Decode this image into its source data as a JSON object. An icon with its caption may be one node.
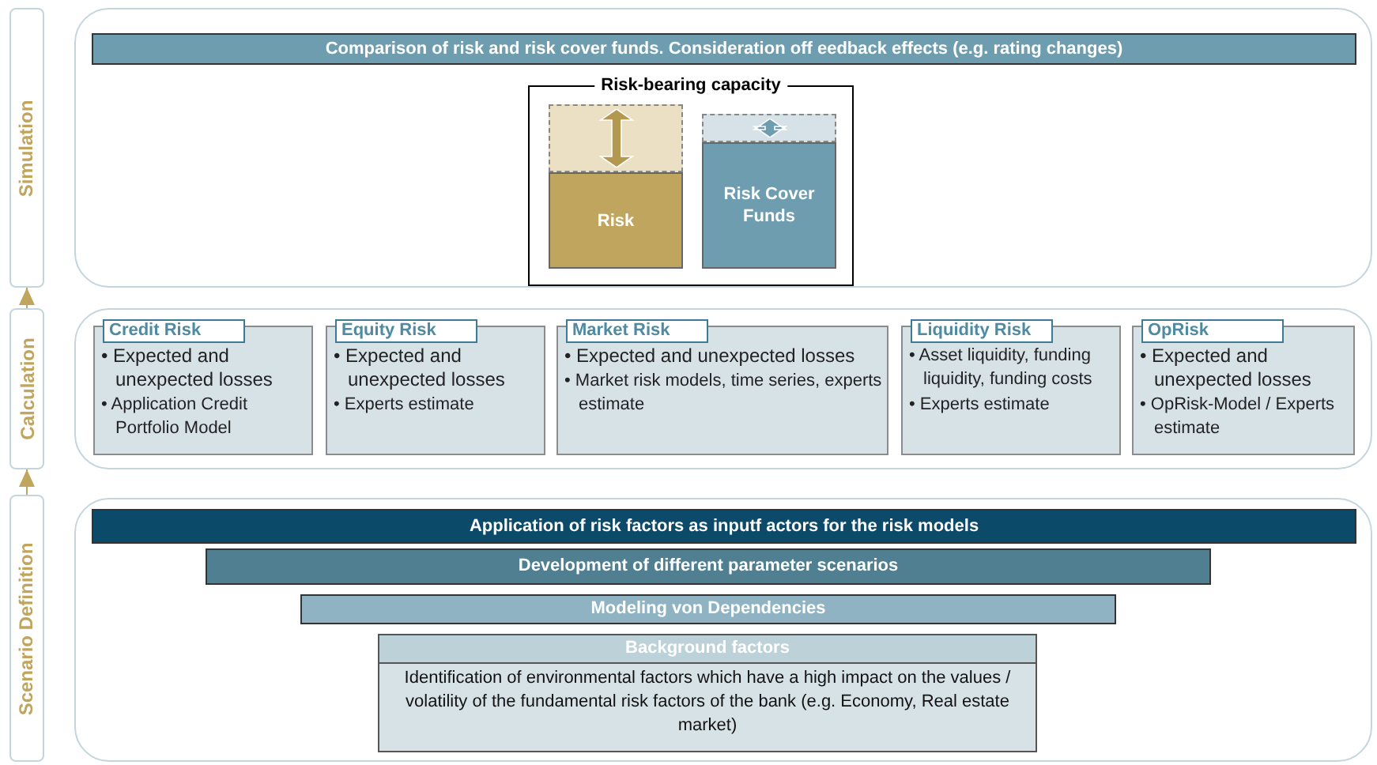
{
  "diagram": {
    "nodes": [
      {
        "text": [
          "Simulation"
        ]
      },
      {
        "text": [],
        "shape": "box"
      },
      {
        "text": [
          "Comparison of risk and risk cover funds. Consideration off eedback effects (e.g. rating changes)"
        ],
        "in": 1
      },
      {
        "text": [
          "Risk-bearing capacity"
        ],
        "in": 1
      },
      {
        "text": [
          "Risk"
        ],
        "in": 3
      },
      {
        "text": [
          "Risk Cover Funds"
        ],
        "in": 3
      },
      {
        "text": [
          "Calculation"
        ]
      },
      {
        "text": [],
        "shape": "box"
      },
      {
        "text": [
          "Credit Risk",
          "• Expected and unexpected losses",
          "• Application Credit Portfolio Model"
        ],
        "in": 7
      },
      {
        "text": [
          "Equity Risk",
          "• Expected and unexpected losses",
          "• Experts estimate"
        ],
        "in": 7
      },
      {
        "text": [
          "Market Risk",
          "• Expected and unexpected losses",
          "• Market risk models, time series, experts estimate"
        ],
        "in": 7
      },
      {
        "text": [
          "Liquidity Risk",
          "• Asset liquidity, funding liquidity, funding costs",
          "• Experts estimate"
        ],
        "in": 7
      },
      {
        "text": [
          "OpRisk",
          "• Expected and unexpected losses",
          "• OpRisk-Model / Experts estimate"
        ],
        "in": 7
      },
      {
        "text": [
          "Scenario Definition"
        ]
      },
      {
        "text": [],
        "shape": "box"
      },
      {
        "text": [
          "Application of risk factors as inputf actors for the risk models"
        ],
        "in": 14
      },
      {
        "text": [
          "Development of different parameter scenarios"
        ],
        "in": 14
      },
      {
        "text": [
          "Modeling von Dependencies"
        ],
        "in": 14
      },
      {
        "text": [
          "Background factors",
          "Identification of environmental factors which have a high impact on the values / volatility of the fundamental risk factors of the bank (e.g. Economy,  Real estate market)"
        ],
        "in": 14
      }
    ],
    "edges": [
      {
        "from": 6,
        "to": 0,
        "arrow": "to"
      },
      {
        "from": 13,
        "to": 6,
        "arrow": "to"
      }
    ]
  }
}
